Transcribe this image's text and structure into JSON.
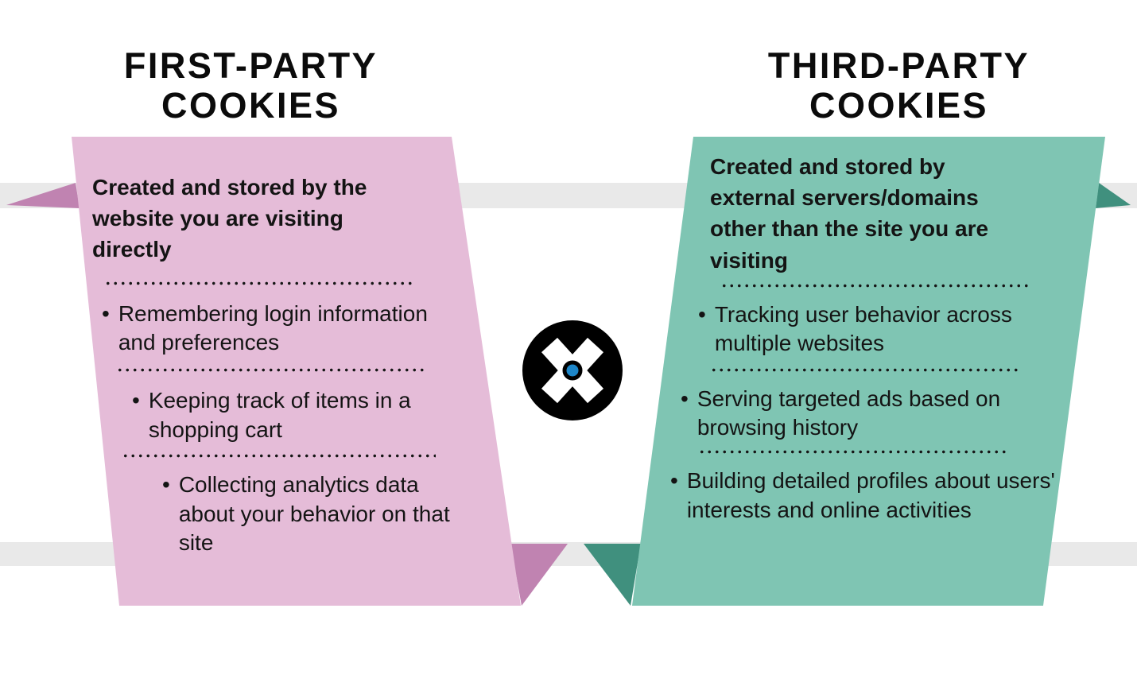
{
  "ui": {
    "bullet_marker": "•"
  },
  "left": {
    "title1": "FIRST-PARTY",
    "title2": "COOKIES",
    "heading": "Created and stored by the website you are visiting directly",
    "bullets": [
      "Remembering login information and preferences",
      "Keeping track of items in a shopping cart",
      "Collecting analytics data about your behavior on that site"
    ],
    "colors": {
      "panel": "#e5bcd8",
      "fold": "#c083b1"
    }
  },
  "right": {
    "title1": "THIRD-PARTY",
    "title2": "COOKIES",
    "heading": "Created and stored by external servers/domains other than the site you are visiting",
    "bullets": [
      "Tracking user behavior across multiple websites",
      "Serving targeted ads based on browsing history",
      "Building detailed profiles about users' interests and online activities"
    ],
    "colors": {
      "panel": "#7fc5b3",
      "fold": "#40907e"
    }
  },
  "stripes": {
    "color": "#e9e9e9"
  },
  "logo": {
    "icon": "x-mark-logo",
    "bg_color": "#000000",
    "x_color": "#ffffff",
    "dot_color": "#1d86c8"
  }
}
